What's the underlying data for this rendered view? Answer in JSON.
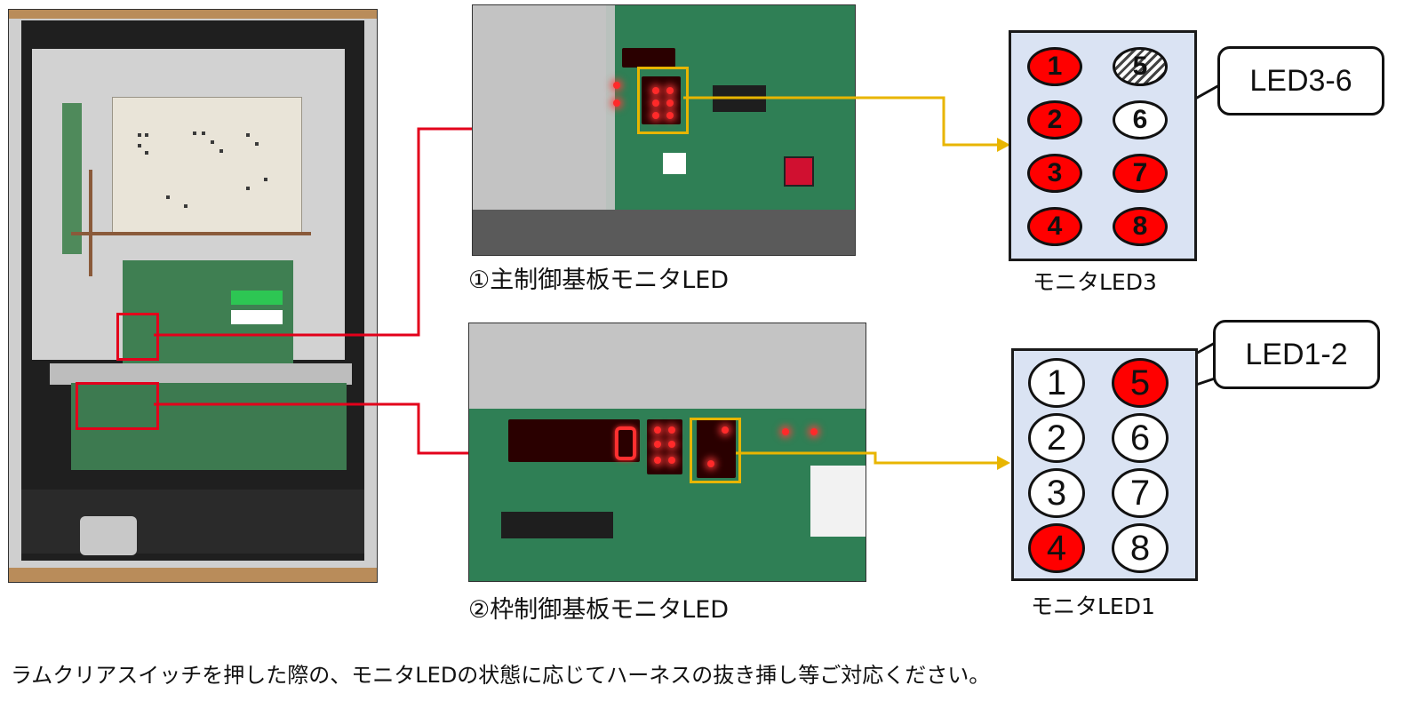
{
  "photo1_caption": "①主制御基板モニタLED",
  "photo2_caption": "②枠制御基板モニタLED",
  "diagram1": {
    "title": "モニタLED3",
    "callout": "LED3-6",
    "leds": [
      {
        "label": "1",
        "state": "on"
      },
      {
        "label": "5",
        "state": "hatched"
      },
      {
        "label": "2",
        "state": "on"
      },
      {
        "label": "6",
        "state": "off"
      },
      {
        "label": "3",
        "state": "on"
      },
      {
        "label": "7",
        "state": "on"
      },
      {
        "label": "4",
        "state": "on"
      },
      {
        "label": "8",
        "state": "on"
      }
    ]
  },
  "diagram2": {
    "title": "モニタLED1",
    "callout": "LED1-2",
    "leds": [
      {
        "label": "1",
        "state": "off"
      },
      {
        "label": "5",
        "state": "on"
      },
      {
        "label": "2",
        "state": "off"
      },
      {
        "label": "6",
        "state": "off"
      },
      {
        "label": "3",
        "state": "off"
      },
      {
        "label": "7",
        "state": "off"
      },
      {
        "label": "4",
        "state": "on"
      },
      {
        "label": "8",
        "state": "off"
      }
    ]
  },
  "footer": "ラムクリアスイッチを押した際の、モニタLEDの状態に応じてハーネスの抜き挿し等ご対応ください。",
  "colors": {
    "highlight_red": "#e3001b",
    "highlight_yellow": "#e8b500",
    "led_on": "#ff0000",
    "diagram_bg": "#dae3f3"
  }
}
